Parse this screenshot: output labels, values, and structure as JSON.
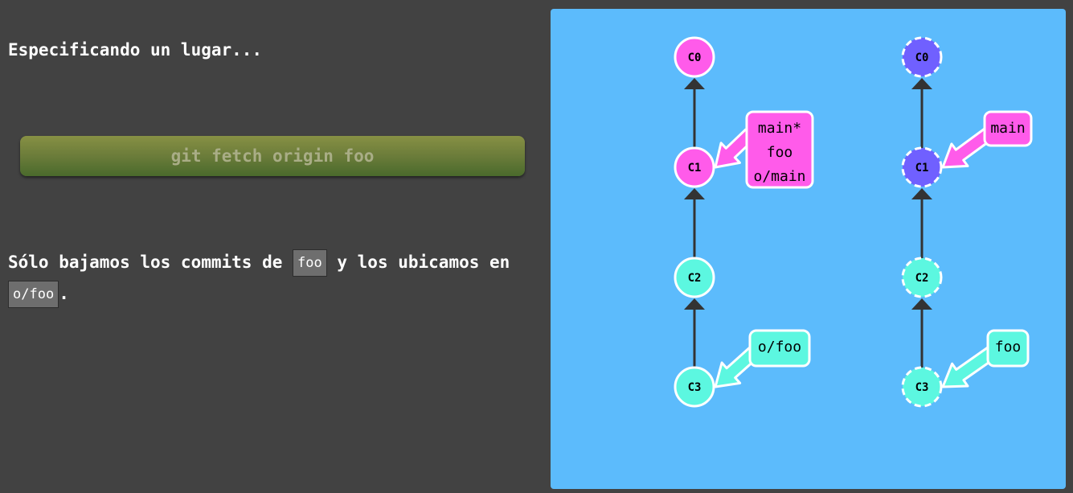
{
  "lesson": {
    "title": "Especificando un lugar...",
    "command": "git fetch origin foo",
    "para_before": "Sólo bajamos los commits de ",
    "code_1": "foo",
    "para_middle": " y los ubicamos en ",
    "code_2": "o/foo",
    "para_after": "."
  },
  "graph": {
    "colors": {
      "pink": "#ff5bea",
      "cyan": "#5cf7e0",
      "purple": "#7060ff",
      "arrow": "#333333",
      "stroke": "#ffffff"
    },
    "local": {
      "commits": [
        {
          "id": "C0",
          "color": "pink"
        },
        {
          "id": "C1",
          "color": "pink"
        },
        {
          "id": "C2",
          "color": "cyan"
        },
        {
          "id": "C3",
          "color": "cyan"
        }
      ],
      "branches": [
        {
          "target": "C1",
          "color": "pink",
          "lines": [
            "main*",
            "foo",
            "o/main"
          ]
        },
        {
          "target": "C3",
          "color": "cyan",
          "lines": [
            "o/foo"
          ]
        }
      ]
    },
    "remote": {
      "commits": [
        {
          "id": "C0",
          "color": "purple"
        },
        {
          "id": "C1",
          "color": "purple"
        },
        {
          "id": "C2",
          "color": "cyan"
        },
        {
          "id": "C3",
          "color": "cyan"
        }
      ],
      "branches": [
        {
          "target": "C1",
          "color": "pink",
          "lines": [
            "main"
          ]
        },
        {
          "target": "C3",
          "color": "cyan",
          "lines": [
            "foo"
          ]
        }
      ]
    }
  }
}
